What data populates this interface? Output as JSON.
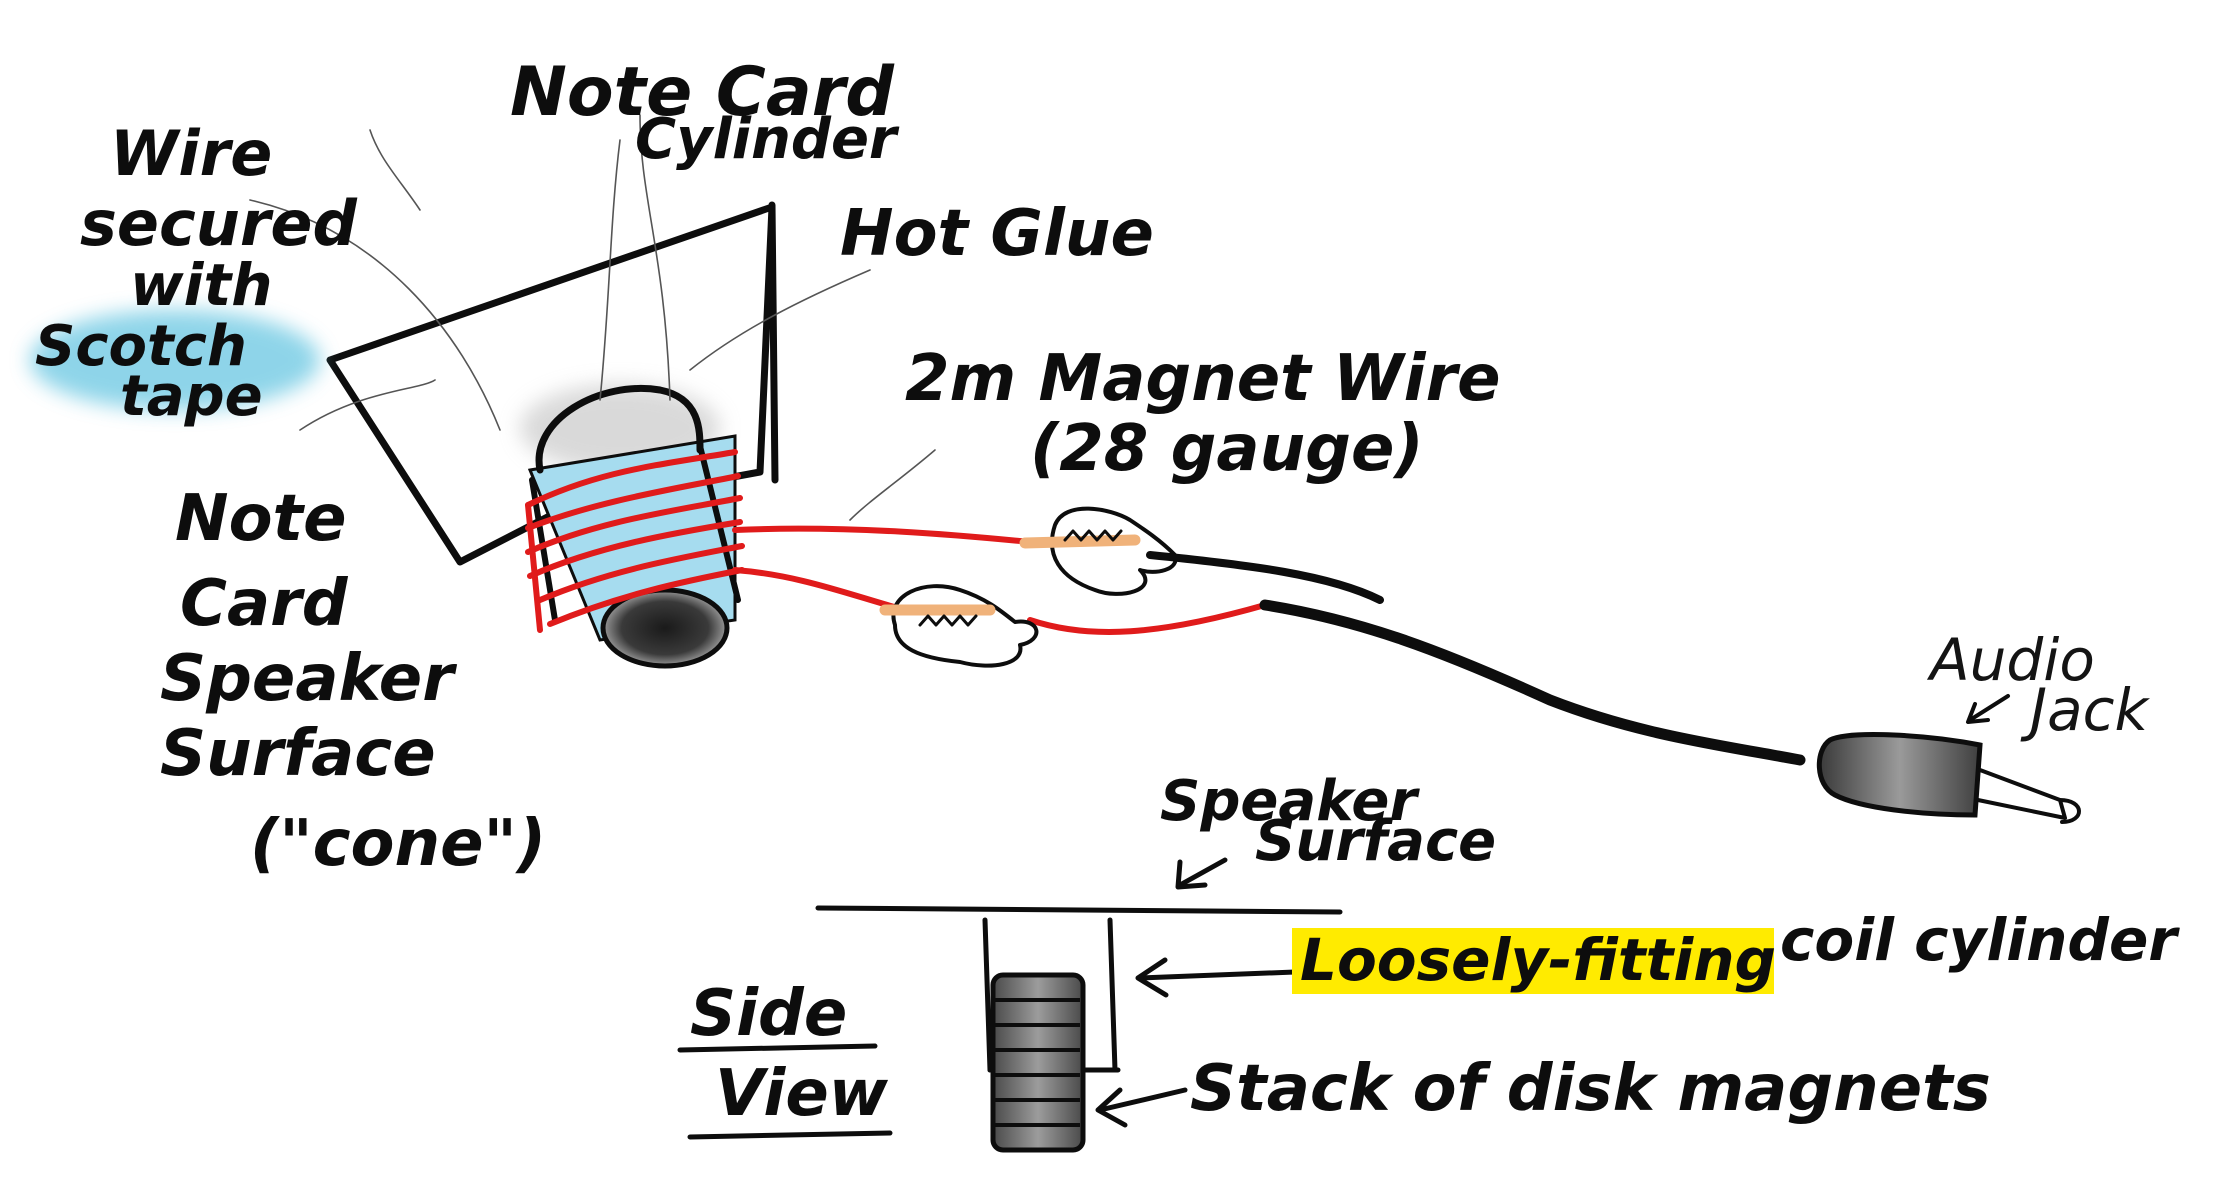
{
  "labels": {
    "note_card_cylinder": [
      "Note Card",
      "Cylinder"
    ],
    "wire_secured": [
      "Wire",
      "secured",
      "with"
    ],
    "scotch_tape": [
      "Scotch",
      "tape"
    ],
    "hot_glue": "Hot Glue",
    "magnet_wire": [
      "2m Magnet Wire",
      "(28 gauge)"
    ],
    "note_card_speaker": [
      "Note",
      "Card",
      "Speaker",
      "Surface",
      "(\"cone\")"
    ],
    "audio_jack": [
      "Audio",
      "Jack"
    ],
    "speaker_surface": [
      "Speaker",
      "Surface"
    ],
    "loosely_fitting": "Loosely-fitting",
    "coil_cylinder": "coil cylinder",
    "stack_of_magnets": "Stack of disk magnets",
    "side_view": [
      "Side",
      "View"
    ]
  },
  "colors": {
    "ink": "#0d0d0d",
    "wire_red": "#e01b1b",
    "coil_fill": "#9fd8ec",
    "scotch_highlight": "#5fc3e0",
    "marker_yellow": "#ffeb00",
    "solder": "#f0b27a",
    "magnet_gray": "#6e6e6e"
  }
}
